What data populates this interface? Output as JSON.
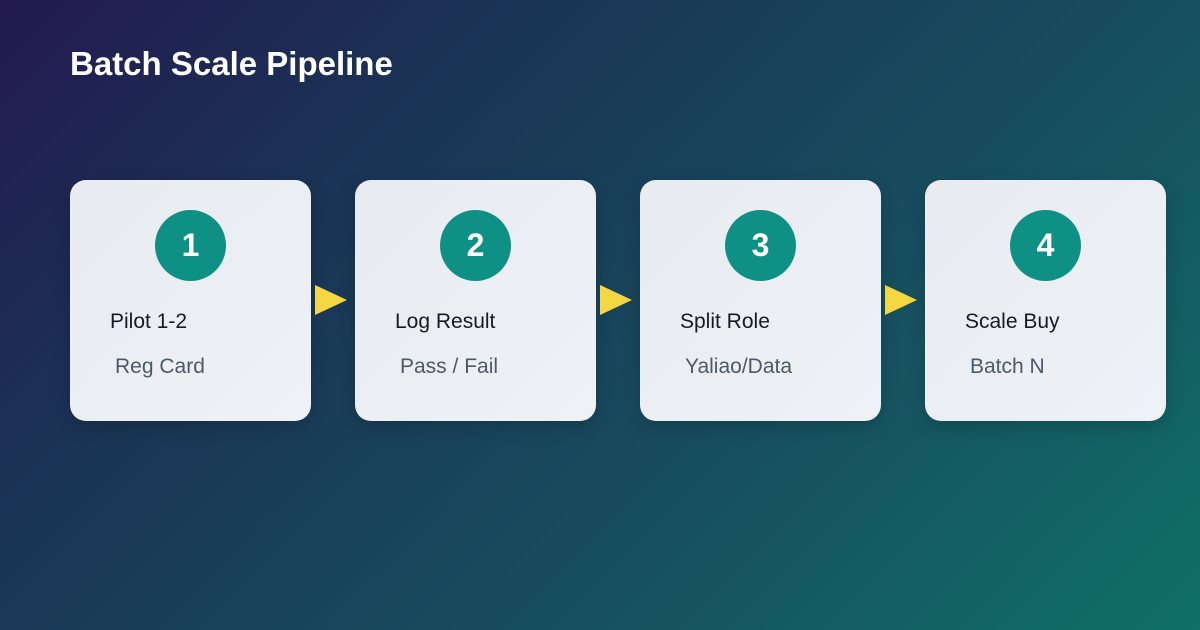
{
  "title": "Batch Scale Pipeline",
  "colors": {
    "badge": "#0f9085",
    "arrow": "#f5d742",
    "card": "#eef1f5"
  },
  "steps": [
    {
      "number": "1",
      "title": "Pilot 1-2",
      "subtitle": "Reg Card"
    },
    {
      "number": "2",
      "title": "Log Result",
      "subtitle": "Pass / Fail"
    },
    {
      "number": "3",
      "title": "Split Role",
      "subtitle": "Yaliao/Data"
    },
    {
      "number": "4",
      "title": "Scale Buy",
      "subtitle": "Batch N"
    }
  ]
}
